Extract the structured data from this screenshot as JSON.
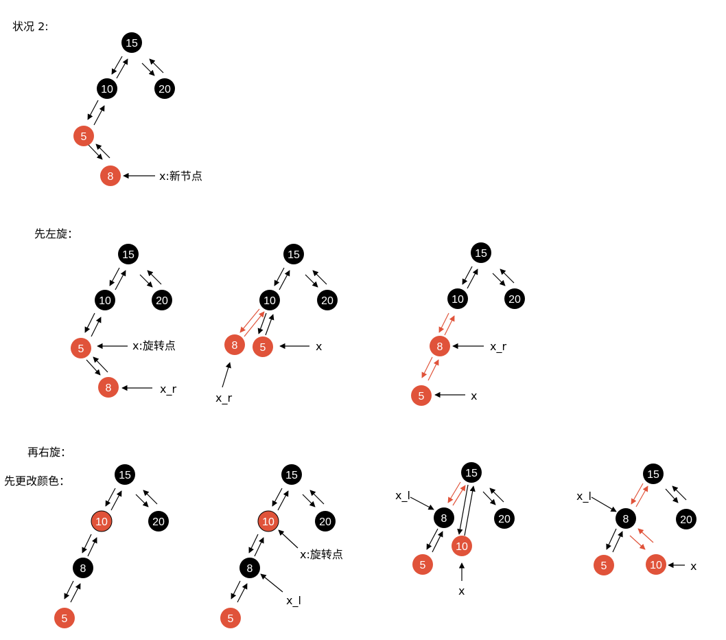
{
  "colors": {
    "black_node": "#000000",
    "red_node": "#E0533A",
    "red_arrow": "#E0533A",
    "node_text": "#ffffff",
    "background": "#ffffff"
  },
  "headings": {
    "case2": "状况 2:",
    "left_rotate_first": "先左旋：",
    "then_right_rotate": "再右旋：",
    "recolor_first": "先更改颜色："
  },
  "diagrams": [
    {
      "id": "case2-initial",
      "nodes": [
        {
          "id": "n15",
          "value": "15",
          "color": "black"
        },
        {
          "id": "n10",
          "value": "10",
          "color": "black"
        },
        {
          "id": "n20",
          "value": "20",
          "color": "black"
        },
        {
          "id": "n5",
          "value": "5",
          "color": "red"
        },
        {
          "id": "n8",
          "value": "8",
          "color": "red"
        }
      ],
      "annotations": [
        {
          "text": "x:新节点",
          "target": "n8"
        }
      ]
    },
    {
      "id": "left-rotate-step1",
      "nodes": [
        {
          "id": "n15",
          "value": "15",
          "color": "black"
        },
        {
          "id": "n10",
          "value": "10",
          "color": "black"
        },
        {
          "id": "n20",
          "value": "20",
          "color": "black"
        },
        {
          "id": "n5",
          "value": "5",
          "color": "red"
        },
        {
          "id": "n8",
          "value": "8",
          "color": "red"
        }
      ],
      "annotations": [
        {
          "text": "x:旋转点",
          "target": "n5"
        },
        {
          "text": "x_r",
          "target": "n8"
        }
      ]
    },
    {
      "id": "left-rotate-step2",
      "nodes": [
        {
          "id": "n15",
          "value": "15",
          "color": "black"
        },
        {
          "id": "n10",
          "value": "10",
          "color": "black"
        },
        {
          "id": "n20",
          "value": "20",
          "color": "black"
        },
        {
          "id": "n8",
          "value": "8",
          "color": "red"
        },
        {
          "id": "n5",
          "value": "5",
          "color": "red"
        }
      ],
      "annotations": [
        {
          "text": "x",
          "target": "n5"
        },
        {
          "text": "x_r",
          "target": "n8"
        }
      ]
    },
    {
      "id": "left-rotate-step3",
      "nodes": [
        {
          "id": "n15",
          "value": "15",
          "color": "black"
        },
        {
          "id": "n10",
          "value": "10",
          "color": "black"
        },
        {
          "id": "n20",
          "value": "20",
          "color": "black"
        },
        {
          "id": "n8",
          "value": "8",
          "color": "red"
        },
        {
          "id": "n5",
          "value": "5",
          "color": "red"
        }
      ],
      "annotations": [
        {
          "text": "x_r",
          "target": "n8"
        },
        {
          "text": "x",
          "target": "n5"
        }
      ]
    },
    {
      "id": "recolor",
      "nodes": [
        {
          "id": "n15",
          "value": "15",
          "color": "black"
        },
        {
          "id": "n10",
          "value": "10",
          "color": "red"
        },
        {
          "id": "n20",
          "value": "20",
          "color": "black"
        },
        {
          "id": "n8",
          "value": "8",
          "color": "black"
        },
        {
          "id": "n5",
          "value": "5",
          "color": "red"
        }
      ],
      "annotations": []
    },
    {
      "id": "right-rotate-step1",
      "nodes": [
        {
          "id": "n15",
          "value": "15",
          "color": "black"
        },
        {
          "id": "n10",
          "value": "10",
          "color": "red"
        },
        {
          "id": "n20",
          "value": "20",
          "color": "black"
        },
        {
          "id": "n8",
          "value": "8",
          "color": "black"
        },
        {
          "id": "n5",
          "value": "5",
          "color": "red"
        }
      ],
      "annotations": [
        {
          "text": "x:旋转点",
          "target": "n10"
        },
        {
          "text": "x_l",
          "target": "n8"
        }
      ]
    },
    {
      "id": "right-rotate-step2",
      "nodes": [
        {
          "id": "n15",
          "value": "15",
          "color": "black"
        },
        {
          "id": "n8",
          "value": "8",
          "color": "black"
        },
        {
          "id": "n20",
          "value": "20",
          "color": "black"
        },
        {
          "id": "n5",
          "value": "5",
          "color": "red"
        },
        {
          "id": "n10",
          "value": "10",
          "color": "red"
        }
      ],
      "annotations": [
        {
          "text": "x_l",
          "target": "n8"
        },
        {
          "text": "x",
          "target": "n10"
        }
      ]
    },
    {
      "id": "right-rotate-step3",
      "nodes": [
        {
          "id": "n15",
          "value": "15",
          "color": "black"
        },
        {
          "id": "n8",
          "value": "8",
          "color": "black"
        },
        {
          "id": "n20",
          "value": "20",
          "color": "black"
        },
        {
          "id": "n5",
          "value": "5",
          "color": "red"
        },
        {
          "id": "n10",
          "value": "10",
          "color": "red"
        }
      ],
      "annotations": [
        {
          "text": "x_l",
          "target": "n8"
        },
        {
          "text": "x",
          "target": "n10"
        }
      ]
    }
  ]
}
